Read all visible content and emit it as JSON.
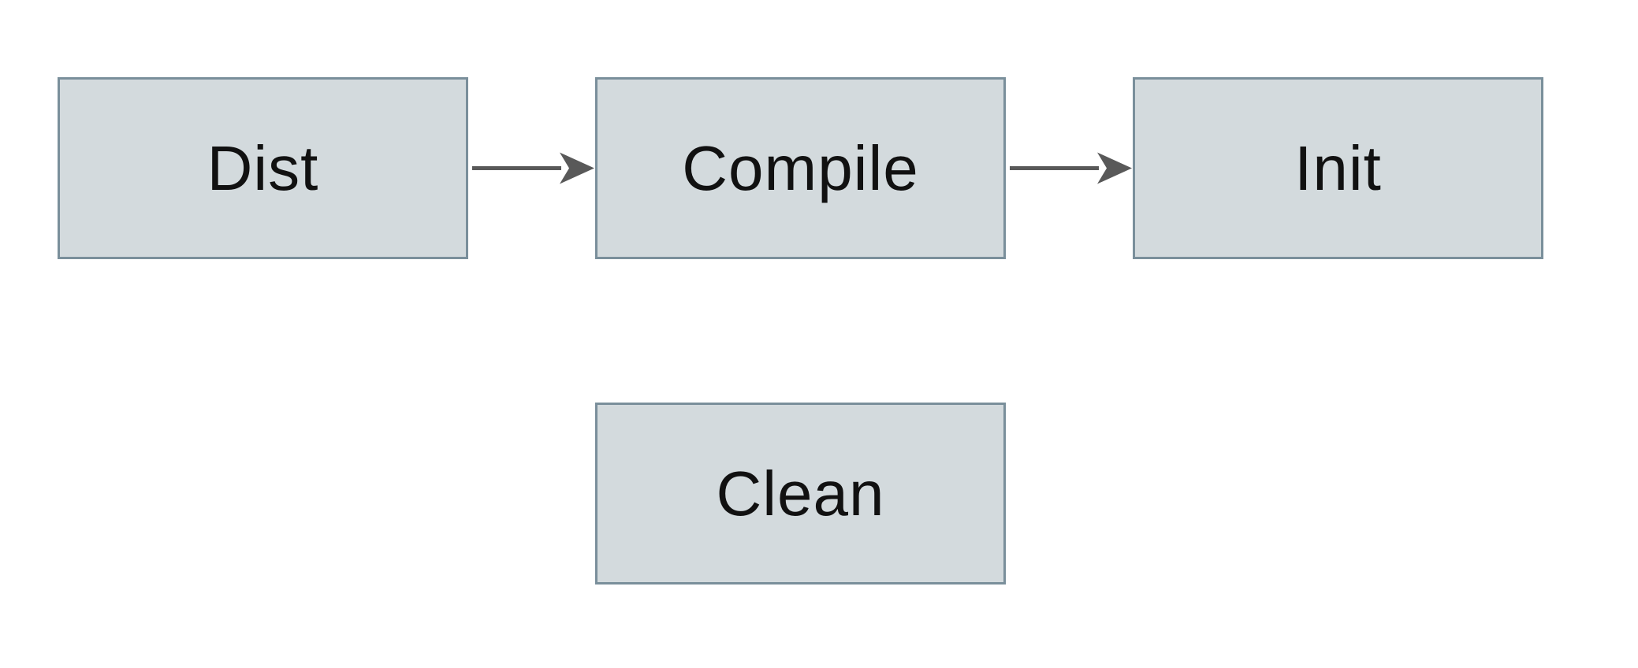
{
  "diagram": {
    "title": "build-targets-flow",
    "colors": {
      "canvas_bg": "#ffffff",
      "node_fill": "#d3dadd",
      "node_border": "#7a8f9b",
      "text_color": "#111111",
      "arrow_color": "#595959"
    },
    "nodes": [
      {
        "id": "dist",
        "label": "Dist"
      },
      {
        "id": "compile",
        "label": "Compile"
      },
      {
        "id": "init",
        "label": "Init"
      },
      {
        "id": "clean",
        "label": "Clean"
      }
    ],
    "edges": [
      {
        "from": "Dist",
        "to": "Compile",
        "style": "arrow-right"
      },
      {
        "from": "Compile",
        "to": "Init",
        "style": "arrow-right"
      }
    ]
  }
}
